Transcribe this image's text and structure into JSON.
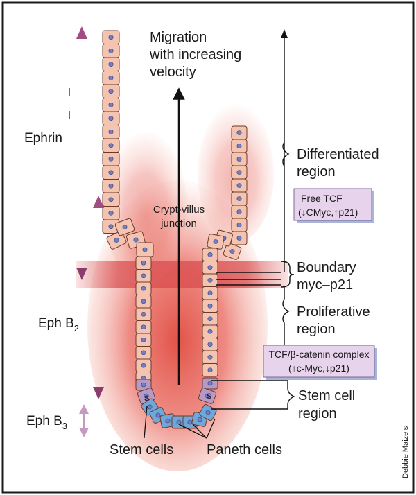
{
  "labels": {
    "migration_line1": "Migration",
    "migration_line2": "with increasing",
    "migration_line3": "velocity",
    "ephrin": "Ephrin",
    "ephb2_base": "Eph B",
    "ephb2_sub": "2",
    "ephb3_base": "Eph B",
    "ephb3_sub": "3",
    "crypt_villus_line1": "Crypt-villus",
    "crypt_villus_line2": "junction",
    "differentiated_line1": "Differentiated",
    "differentiated_line2": "region",
    "boundary_line1": "Boundary",
    "boundary_line2": "myc–p21",
    "proliferative_line1": "Proliferative",
    "proliferative_line2": "region",
    "stem_region_line1": "Stem cell",
    "stem_region_line2": "region",
    "stem_cells": "Stem cells",
    "paneth_cells": "Paneth cells",
    "stem_marker": "S",
    "credit": "Debbie Maizels"
  },
  "boxes": {
    "free_tcf_line1": "Free TCF",
    "free_tcf_line2": "(↓CMyc,↑p21)",
    "tcf_complex_line1": "TCF/β-catenin complex",
    "tcf_complex_line2": "(↑c-Myc,↓p21)"
  },
  "colors": {
    "border": "#1a1a1a",
    "cell_fill": "#f4c4b0",
    "cell_stroke": "#6b3a2a",
    "nucleus": "#6f7fc8",
    "stem_cell": "#b79ac4",
    "paneth_cell": "#6fa7d8",
    "arrow_purple": "#9b4a7a",
    "box_fill": "#e8d3ec",
    "box_shadow": "#a8b4d8",
    "glow": "#e8584a"
  }
}
